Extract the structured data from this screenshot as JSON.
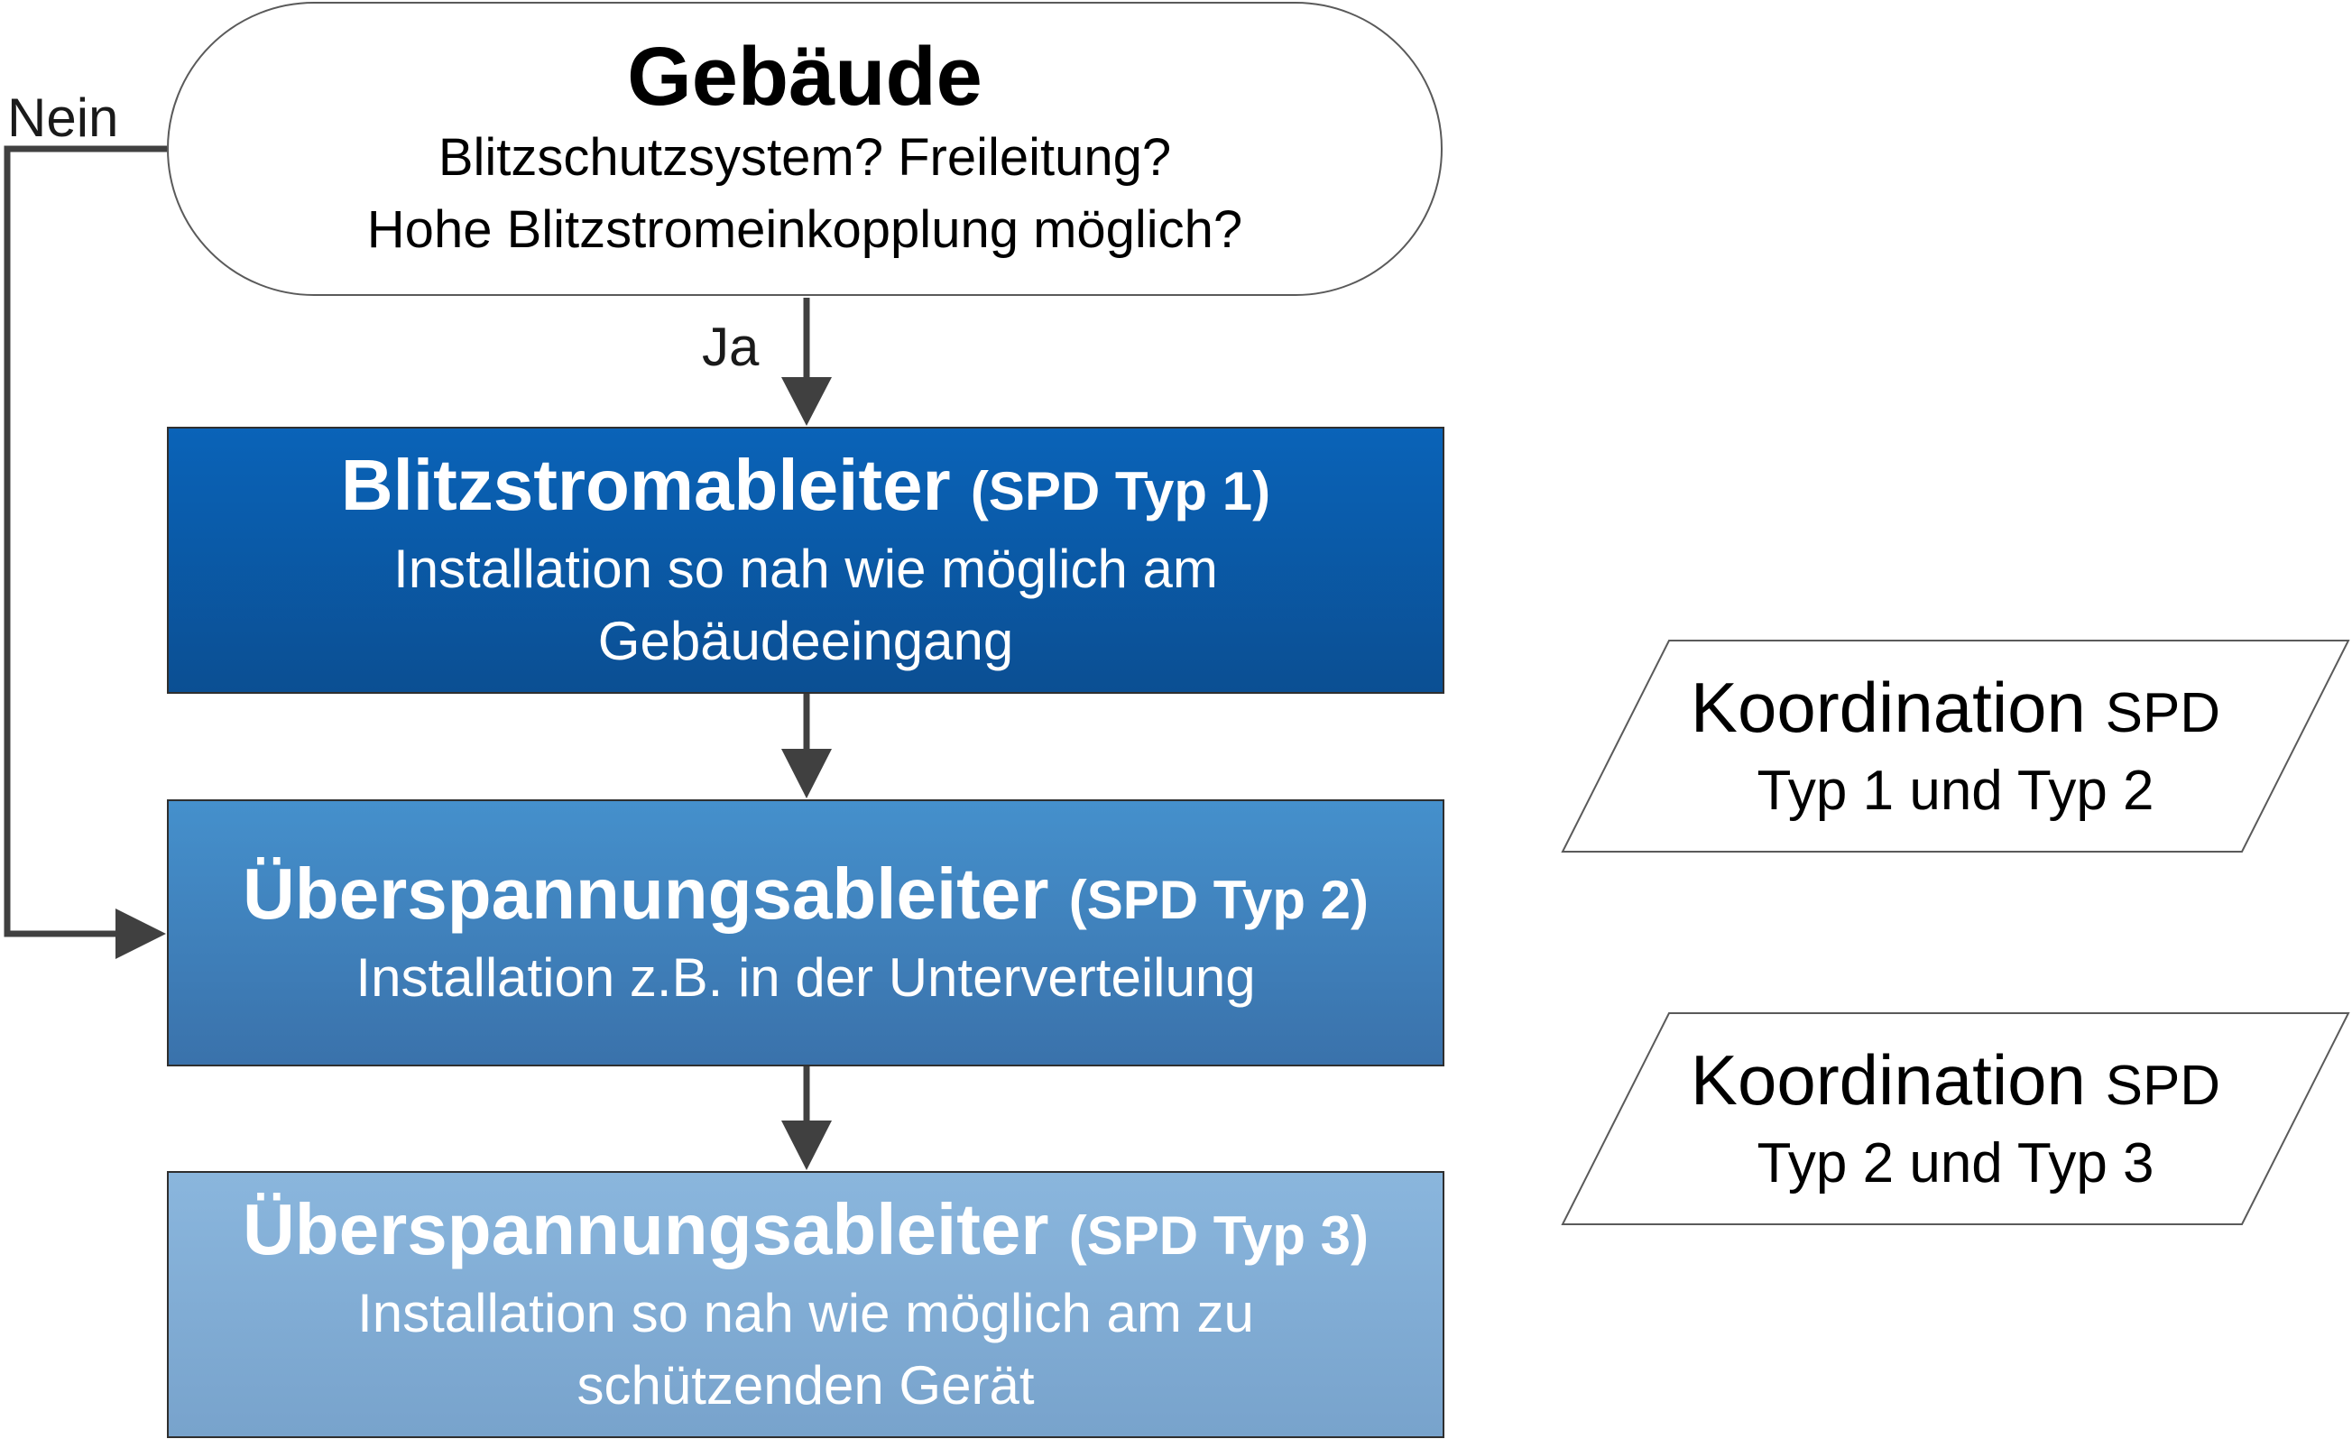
{
  "start": {
    "title": "Gebäude",
    "line1": "Blitzschutzsystem? Freileitung?",
    "line2": "Hohe Blitzstromeinkopplung möglich?"
  },
  "edges": {
    "yes_label": "Ja",
    "no_label": "Nein"
  },
  "steps": [
    {
      "title": "Blitzstromableiter",
      "subtitle": "(SPD Typ 1)",
      "line1": "Installation so nah wie möglich am",
      "line2": "Gebäudeeingang",
      "fill": "#0b5aa6"
    },
    {
      "title": "Überspannungsableiter",
      "subtitle": "(SPD Typ 2)",
      "line1": "Installation z.B. in der Unterverteilung",
      "fill": "#3f82bf"
    },
    {
      "title": "Überspannungsableiter",
      "subtitle": "(SPD Typ 3)",
      "line1": "Installation so nah wie möglich am zu",
      "line2": "schützenden Gerät",
      "fill": "#82aed6"
    }
  ],
  "coordination": [
    {
      "title": "Koordination",
      "title_suffix": "SPD",
      "line1": "Typ 1 und Typ 2"
    },
    {
      "title": "Koordination",
      "title_suffix": "SPD",
      "line1": "Typ 2 und Typ 3"
    }
  ],
  "colors": {
    "connector": "#404040",
    "outline": "#5a5a5a",
    "text_on_steps": "#ffffff"
  }
}
